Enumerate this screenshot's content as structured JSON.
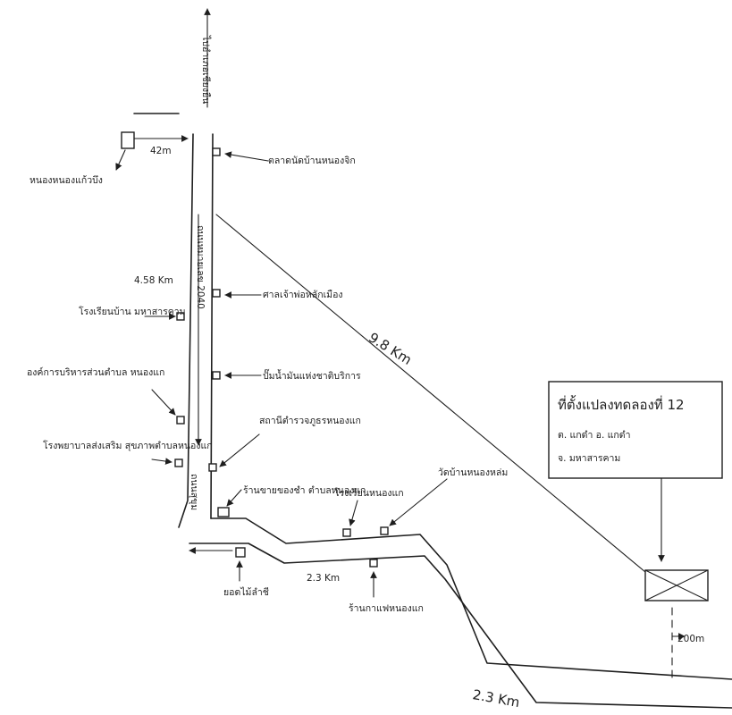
{
  "map": {
    "road_north_label": "ไปอำเภอเชียงยืน",
    "road_name": "ถนนหมายเลข 2040",
    "road_side_label": "ถนนสุขุม",
    "dist_top": "42m",
    "dist_vertical": "4.58 Km",
    "dist_diagonal": "9.8 Km",
    "dist_lower_road": "2.3 Km",
    "dist_bottom": "2.3 Km",
    "dist_south": "200m",
    "landmarks": {
      "pond": "หนองหนองแก้วบึง",
      "market": "ตลาดนัดบ้านหนองจิก",
      "temple_shrine": "ศาลเจ้าพ่อหลักเมือง",
      "gas_station": "ปั๊มน้ำมันแห่งชาติบริการ",
      "school": "โรงเรียนบ้าน มหาสารคาม",
      "sao": "องค์การบริหารส่วนตำบล หนองแก",
      "police": "สถานีตำรวจภูธรหนองแก",
      "hospital": "โรงพยาบาลส่งเสริม สุขภาพตำบลหนองแก",
      "shop": "ร้านขายของชำ ตำบลหนองแก",
      "village_school": "โรงเรียนหนองแก",
      "village_temple": "วัดบ้านหนองหล่ม",
      "junction_shop": "ยอดไม้ลำชี",
      "roadside_shop": "ร้านกาแฟหนองแก"
    },
    "site_box": {
      "line1": "ที่ตั้งแปลงทดลองที่ 12",
      "line2": "ต. แกดำ อ. แกดำ",
      "line3": "จ. มหาสารคาม"
    }
  }
}
